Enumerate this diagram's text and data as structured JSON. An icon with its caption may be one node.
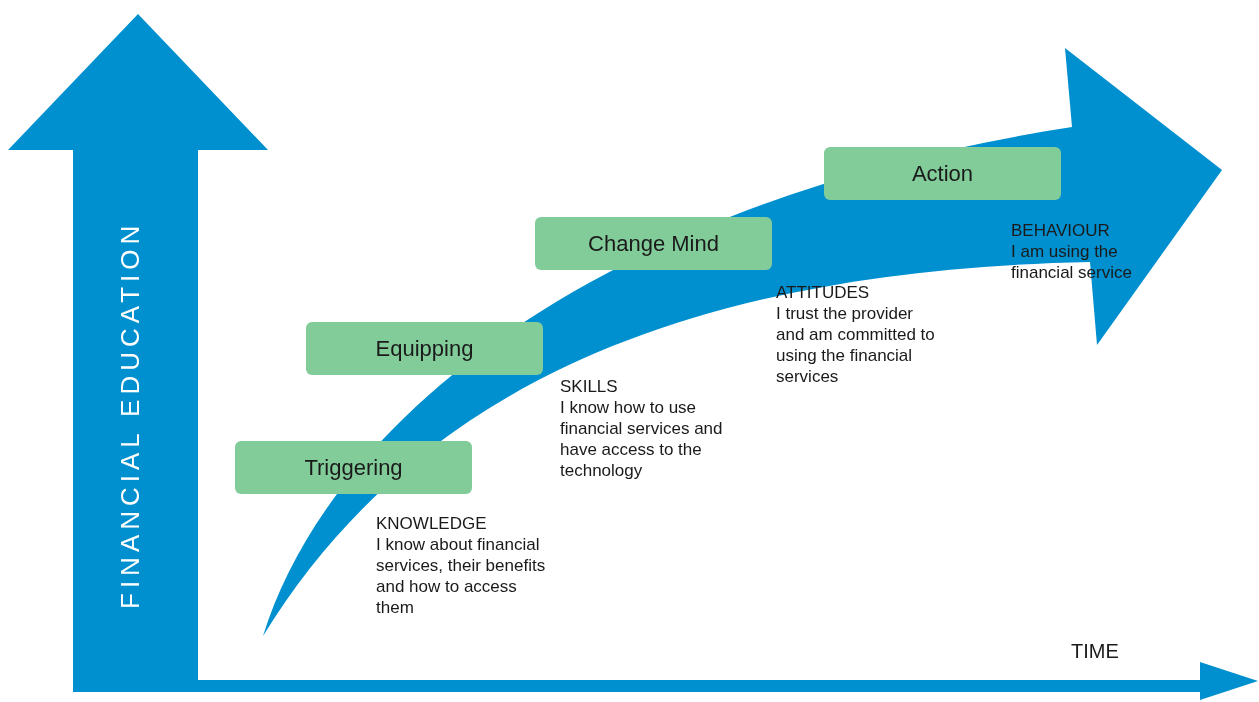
{
  "diagram": {
    "nodes": [
      {
        "text": [
          "Triggering"
        ],
        "beside": [
          "KNOWLEDGE",
          "I know about financial services, their benefits and how to access them"
        ]
      },
      {
        "text": [
          "Equipping"
        ],
        "beside": [
          "SKILLS",
          "I know how to use financial services and have access to the technology"
        ]
      },
      {
        "text": [
          "Change Mind"
        ],
        "beside": [
          "ATTITUDES",
          "I trust the provider and am committed to using the financial services"
        ]
      },
      {
        "text": [
          "Action"
        ],
        "beside": [
          "BEHAVIOUR",
          "I am using the financial service"
        ]
      }
    ],
    "labels": [
      "FINANCIAL EDUCATION",
      "TIME"
    ]
  }
}
